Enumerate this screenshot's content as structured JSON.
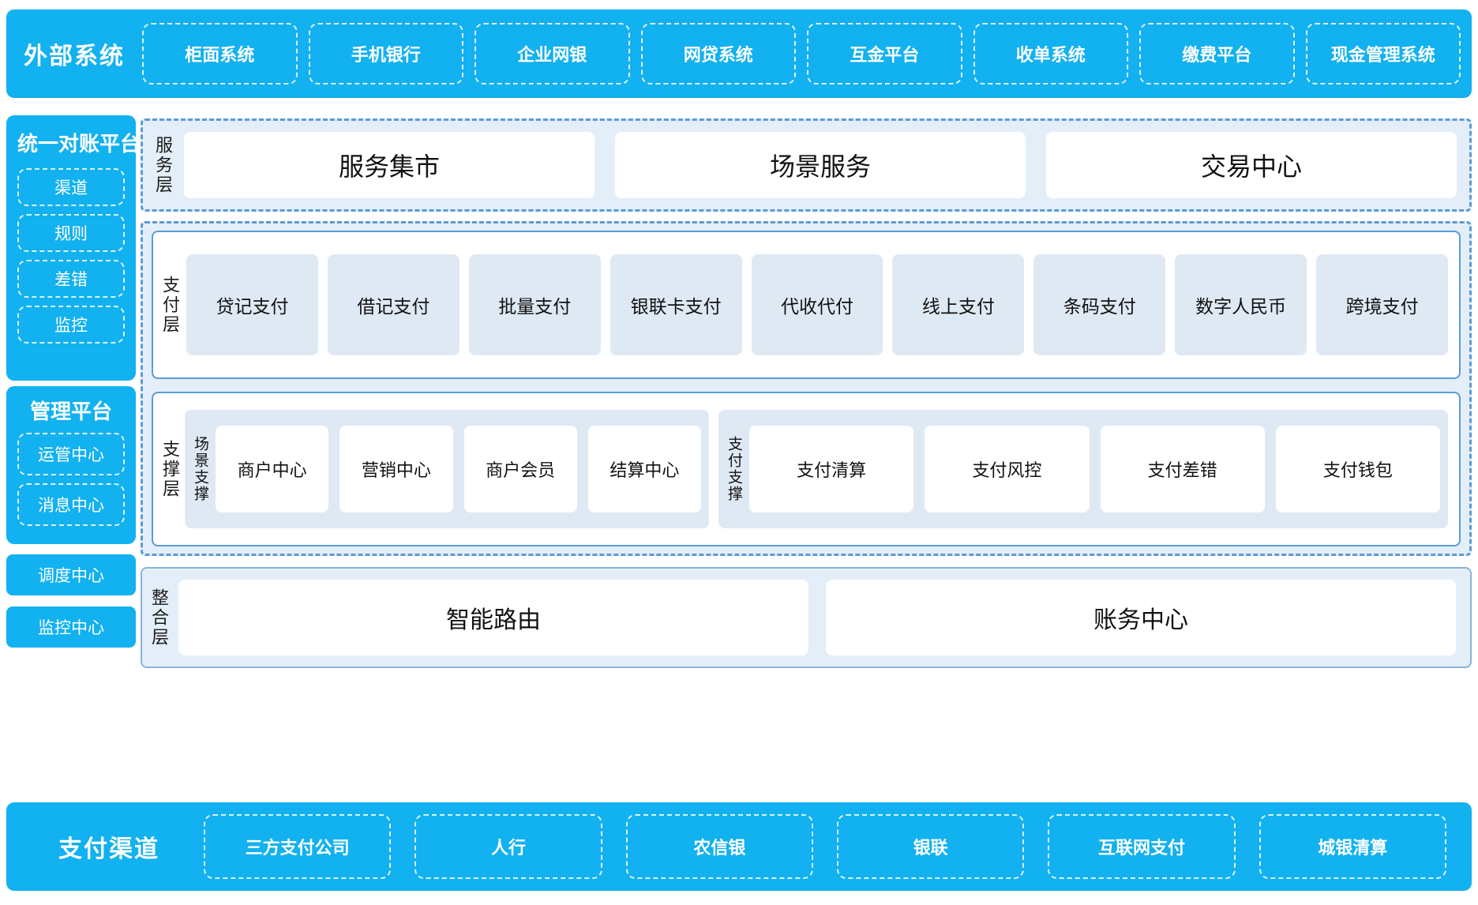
{
  "external": {
    "title": "外部系统",
    "items": [
      "柜面系统",
      "手机银行",
      "企业网银",
      "网贷系统",
      "互金平台",
      "收单系统",
      "缴费平台",
      "现金管理系统"
    ]
  },
  "recon": {
    "title": "统一对账平台",
    "items": [
      "渠道",
      "规则",
      "差错",
      "监控"
    ]
  },
  "mgmt": {
    "title": "管理平台",
    "items": [
      "运管中心",
      "消息中心"
    ]
  },
  "standalone": {
    "scheduling": "调度中心",
    "monitoring": "监控中心"
  },
  "service_layer": {
    "label": "服务层",
    "cards": [
      "服务集市",
      "场景服务",
      "交易中心"
    ]
  },
  "payment_layer": {
    "label": "支付层",
    "cards": [
      "贷记支付",
      "借记支付",
      "批量支付",
      "银联卡支付",
      "代收代付",
      "线上支付",
      "条码支付",
      "数字人民币",
      "跨境支付"
    ]
  },
  "support_layer": {
    "label": "支撑层",
    "groups": [
      {
        "label": "场景支撑",
        "cards": [
          "商户中心",
          "营销中心",
          "商户会员",
          "结算中心"
        ]
      },
      {
        "label": "支付支撑",
        "cards": [
          "支付清算",
          "支付风控",
          "支付差错",
          "支付钱包"
        ]
      }
    ]
  },
  "integration_layer": {
    "label": "整合层",
    "cards": [
      "智能路由",
      "账务中心"
    ]
  },
  "channel": {
    "title": "支付渠道",
    "items": [
      "三方支付公司",
      "人行",
      "农信银",
      "银联",
      "互联网支付",
      "城银清算"
    ]
  },
  "colors": {
    "brand_blue": "#12b1ef",
    "dash_blue": "#5b9bd5",
    "panel_blue": "#e4eef8",
    "card_blue": "#dfe9f4"
  }
}
